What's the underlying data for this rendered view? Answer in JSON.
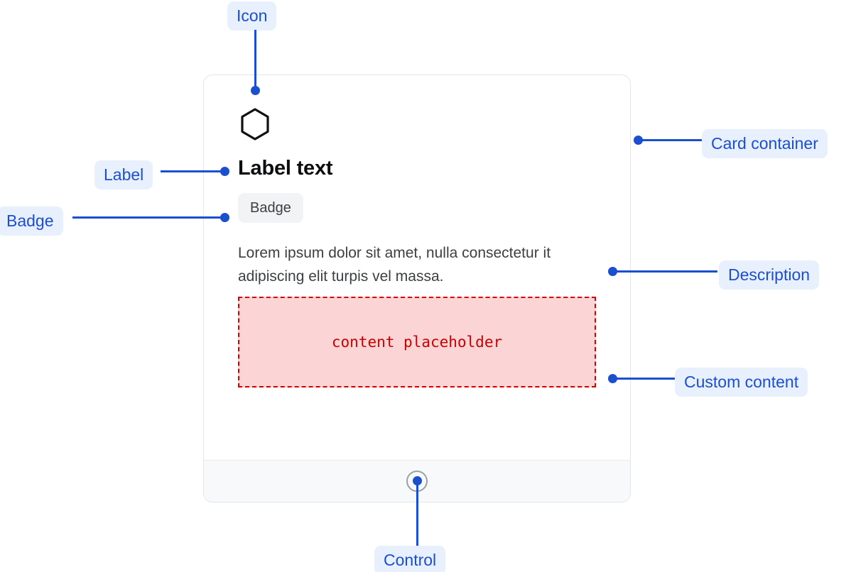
{
  "card": {
    "icon_name": "hexagon-icon",
    "title": "Label text",
    "badge": "Badge",
    "description": "Lorem ipsum dolor sit amet, nulla consectetur it adipiscing elit turpis vel massa.",
    "placeholder_text": "content placeholder",
    "control_name": "radio-control"
  },
  "annotations": {
    "icon": "Icon",
    "card_container": "Card container",
    "label": "Label",
    "badge": "Badge",
    "description": "Description",
    "custom_content": "Custom content",
    "control": "Control"
  },
  "colors": {
    "annotation_blue": "#1a4fd0",
    "annotation_chip_bg": "#e8f0fe",
    "card_border": "#e3e5e8",
    "badge_bg": "#f1f3f4",
    "placeholder_border": "#d40000",
    "placeholder_bg": "#fbd5d5",
    "placeholder_text": "#cc0000",
    "footer_bg": "#f8f9fa",
    "title_text": "#0c0d0e",
    "body_text": "#3c4043"
  }
}
